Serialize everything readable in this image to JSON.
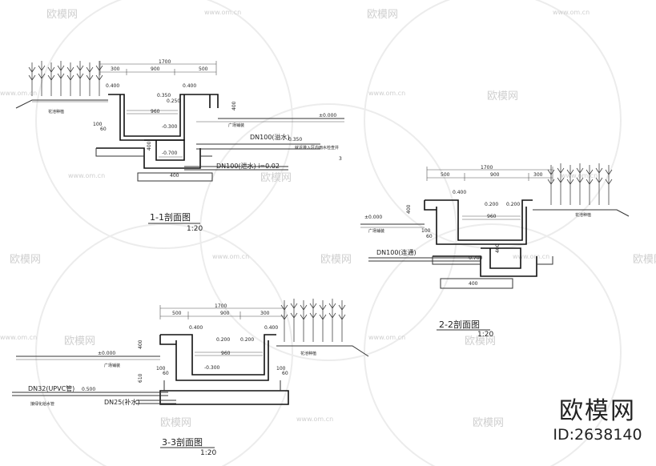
{
  "watermark": {
    "logo_text": "欧模网",
    "url_text": "www.om.cn"
  },
  "brand": {
    "name": "欧模网",
    "id_text": "ID:2638140"
  },
  "sections": [
    {
      "title": "1-1剖面图",
      "scale": "1:20",
      "dims": [
        "1700",
        "300",
        "900",
        "500",
        "0.400",
        "0.400",
        "0.350",
        "0.250",
        "960",
        "400",
        "100",
        "60",
        "400",
        "400"
      ],
      "levels": [
        "±0.000",
        "-0.300",
        "-0.700"
      ],
      "labels": [
        "花池种植",
        "广场铺装",
        "就近排入区内雨水检查井"
      ],
      "pipes": [
        "DN100(溢水)",
        "0.350",
        "DN100(泄水) i=0.02",
        "3"
      ]
    },
    {
      "title": "2-2剖面图",
      "scale": "1:20",
      "dims": [
        "1700",
        "500",
        "900",
        "300",
        "0.400",
        "0.200",
        "0.200",
        "960",
        "400",
        "100",
        "60",
        "400",
        "400"
      ],
      "levels": [
        "±0.000",
        "-0.700"
      ],
      "labels": [
        "广场铺装",
        "花池种植"
      ],
      "pipes": [
        "DN100(连通)"
      ]
    },
    {
      "title": "3-3剖面图",
      "scale": "1:20",
      "dims": [
        "1700",
        "500",
        "900",
        "300",
        "0.400",
        "0.200",
        "0.200",
        "0.400",
        "960",
        "400",
        "610",
        "100",
        "60",
        "100",
        "60"
      ],
      "levels": [
        "±0.000",
        "-0.300"
      ],
      "labels": [
        "广场铺装",
        "花池种植",
        "接绿化给水管"
      ],
      "pipes": [
        "DN32(UPVC管)",
        "0.500",
        "DN25(补水)"
      ]
    }
  ]
}
